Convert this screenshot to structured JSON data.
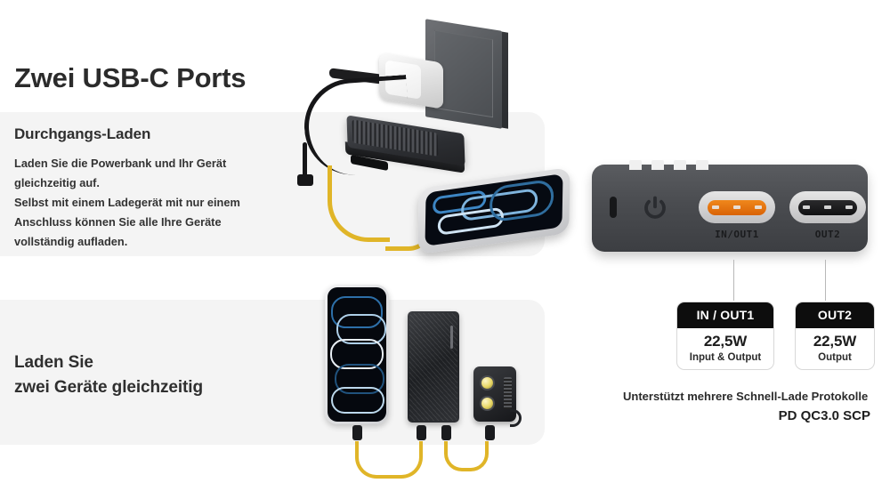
{
  "headline": "Zwei USB-C Ports",
  "section_one": {
    "subhead": "Durchgangs-Laden",
    "body_lines": [
      "Laden Sie die Powerbank und Ihr Gerät",
      "gleichzeitig auf.",
      "Selbst mit einem Ladegerät mit nur einem",
      "Anschluss können Sie alle Ihre Geräte",
      "vollständig aufladen."
    ]
  },
  "section_two": {
    "subhead_lines": [
      "Laden Sie",
      "zwei Geräte gleichzeitig"
    ]
  },
  "device": {
    "port_one_label": "IN/OUT1",
    "port_two_label": "OUT2",
    "led_count": 4,
    "power_icon": "power-button-icon",
    "lanyard": "lanyard-slot",
    "port_one_color": "#E8720C",
    "port_two_color": "#1A1A1C",
    "body_color": "#4A4C50"
  },
  "specs": [
    {
      "title": "IN / OUT1",
      "power": "22,5W",
      "note": "Input & Output"
    },
    {
      "title": "OUT2",
      "power": "22,5W",
      "note": "Output"
    }
  ],
  "protocols": {
    "line_one": "Unterstützt mehrere Schnell-Lade Protokolle",
    "line_two": "PD QC3.0 SCP"
  },
  "illustration_top": {
    "caption": "wall-socket-charger-powerbank-phone",
    "cable_black": "#161618",
    "cable_yellow": "#E0B528"
  },
  "illustration_bottom": {
    "caption": "phone-powerbank-headlamp",
    "cable_yellow": "#E0B528"
  },
  "theme": {
    "panel_background": "#F4F4F4",
    "page_background": "#FFFFFF",
    "text_color": "#2B2B2B"
  }
}
